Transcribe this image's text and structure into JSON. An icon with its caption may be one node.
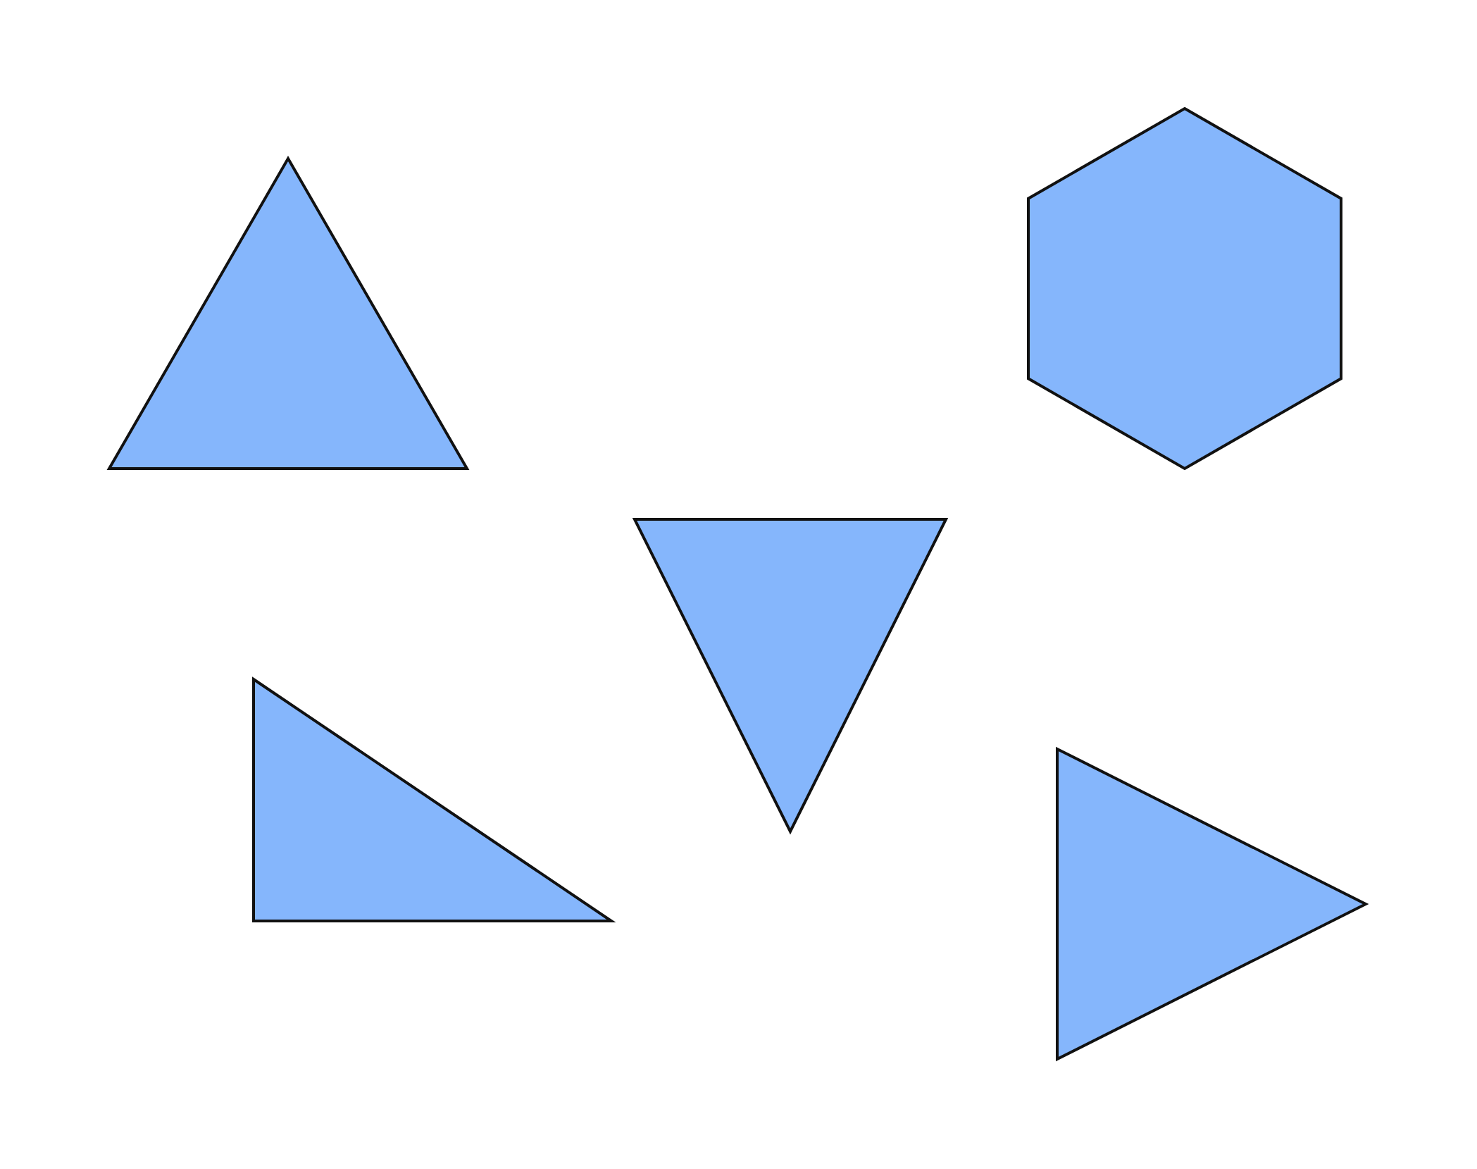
{
  "diagram": {
    "nodes": [
      {
        "text": [],
        "shape": "triangle"
      },
      {
        "text": [],
        "shape": "hexagon"
      },
      {
        "text": [],
        "shape": "triangle"
      },
      {
        "text": [],
        "shape": "triangle"
      },
      {
        "text": [],
        "shape": "triangle"
      }
    ]
  }
}
